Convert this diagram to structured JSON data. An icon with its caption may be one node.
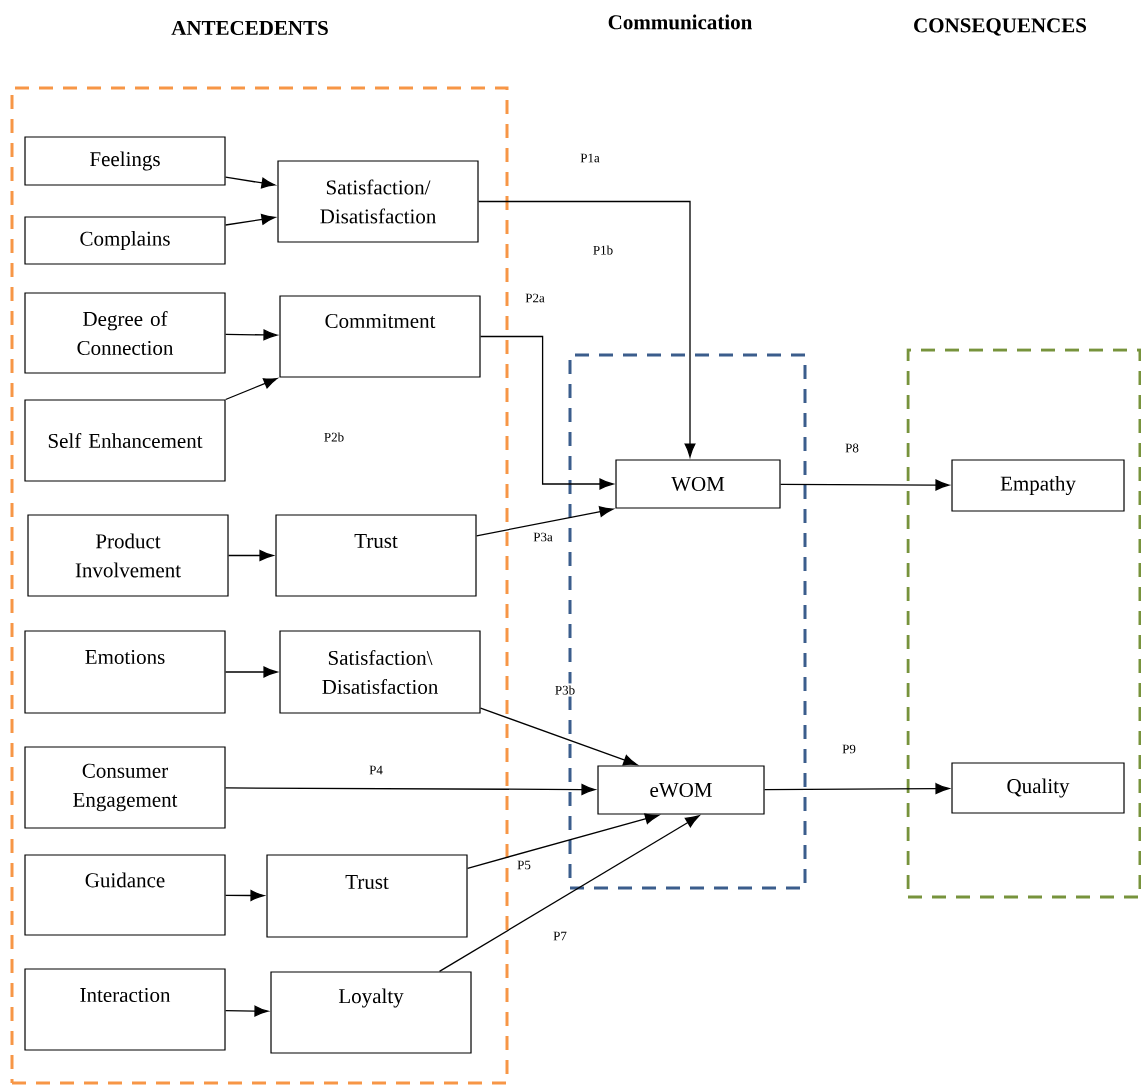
{
  "diagram": {
    "nodes": [
      {
        "text": [],
        "shape": "box"
      },
      {
        "text": [
          "Feelings"
        ],
        "in": 0
      },
      {
        "text": [
          "Complains"
        ],
        "in": 0
      },
      {
        "text": [
          "Satisfaction/ Disatisfaction"
        ],
        "in": 0
      },
      {
        "text": [
          "Degree of Connection"
        ],
        "in": 0
      },
      {
        "text": [
          "Commitment"
        ],
        "in": 0
      },
      {
        "text": [
          "Self Enhancement"
        ],
        "in": 0
      },
      {
        "text": [
          "Product Involvement"
        ],
        "in": 0
      },
      {
        "text": [
          "Trust"
        ],
        "in": 0
      },
      {
        "text": [
          "Emotions"
        ],
        "in": 0
      },
      {
        "text": [
          "Satisfaction\\ Disatisfaction"
        ],
        "in": 0
      },
      {
        "text": [
          "Consumer Engagement"
        ],
        "in": 0
      },
      {
        "text": [
          "Guidance"
        ],
        "in": 0
      },
      {
        "text": [
          "Trust"
        ],
        "in": 0
      },
      {
        "text": [
          "Interaction"
        ],
        "in": 0
      },
      {
        "text": [
          "Loyalty"
        ],
        "in": 0
      },
      {
        "text": [],
        "shape": "box"
      },
      {
        "text": [
          "WOM"
        ],
        "in": 16
      },
      {
        "text": [
          "eWOM"
        ],
        "in": 16
      },
      {
        "text": [],
        "shape": "box"
      },
      {
        "text": [
          "Empathy"
        ],
        "in": 19
      },
      {
        "text": [
          "Quality"
        ],
        "in": 19
      }
    ],
    "edges": [
      {
        "from": 1,
        "to": 3,
        "arrow": "to"
      },
      {
        "from": 2,
        "to": 3,
        "arrow": "to"
      },
      {
        "from": 4,
        "to": 5,
        "arrow": "to"
      },
      {
        "from": 6,
        "to": 5,
        "arrow": "to"
      },
      {
        "from": 7,
        "to": 8,
        "arrow": "to"
      },
      {
        "from": 9,
        "to": 10,
        "arrow": "to"
      },
      {
        "from": 12,
        "to": 13,
        "arrow": "to"
      },
      {
        "from": 14,
        "to": 15,
        "arrow": "to"
      },
      {
        "from": 3,
        "to": 17,
        "arrow": "to",
        "label": "P1a"
      },
      {
        "from": 5,
        "to": 17,
        "arrow": "to",
        "label": "P2a"
      },
      {
        "from": 8,
        "to": 17,
        "arrow": "to",
        "label": "P3a"
      },
      {
        "from": 10,
        "to": 18,
        "arrow": "to",
        "label": "P3b"
      },
      {
        "from": 11,
        "to": 18,
        "arrow": "to",
        "label": "P4"
      },
      {
        "from": 13,
        "to": 18,
        "arrow": "to",
        "label": "P5"
      },
      {
        "from": 15,
        "to": 18,
        "arrow": "to",
        "label": "P7"
      },
      {
        "from": 17,
        "to": 20,
        "arrow": "to",
        "label": "P8"
      },
      {
        "from": 18,
        "to": 21,
        "arrow": "to",
        "label": "P9"
      }
    ],
    "labels": [
      "ANTECEDENTS",
      "Communication",
      "CONSEQUENCES",
      "P1b",
      "P2b"
    ]
  }
}
